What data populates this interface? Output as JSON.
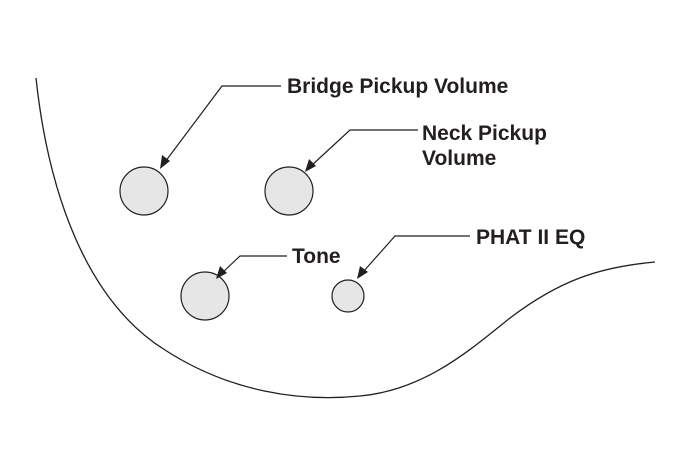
{
  "diagram": {
    "labels": {
      "bridge_volume": "Bridge Pickup Volume",
      "neck_volume_line1": "Neck Pickup",
      "neck_volume_line2": "Volume",
      "tone": "Tone",
      "phat_eq": "PHAT II EQ"
    },
    "colors": {
      "outline": "#231f20",
      "knob_fill": "#e6e6e6",
      "background": "#ffffff"
    }
  }
}
